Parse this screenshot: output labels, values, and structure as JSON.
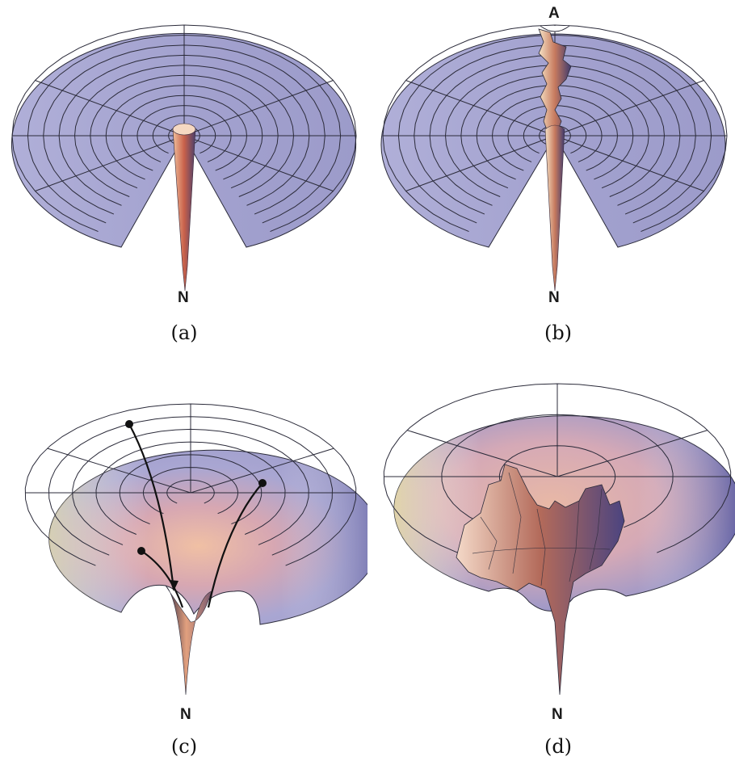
{
  "panels": [
    {
      "id": "a",
      "caption": "(a)",
      "bottom_label": "N"
    },
    {
      "id": "b",
      "caption": "(b)",
      "top_label": "A",
      "bottom_label": "N"
    },
    {
      "id": "c",
      "caption": "(c)",
      "bottom_label": "N"
    },
    {
      "id": "d",
      "caption": "(d)",
      "bottom_label": "N"
    }
  ],
  "colors": {
    "surface_base": "#a8a7d2",
    "surface_grid": "#2b2b3a",
    "funnel_warm": "#e7a582",
    "funnel_dark": "#4a4a86",
    "highlight_yellow": "#f3eaa0",
    "background": "#ffffff"
  }
}
